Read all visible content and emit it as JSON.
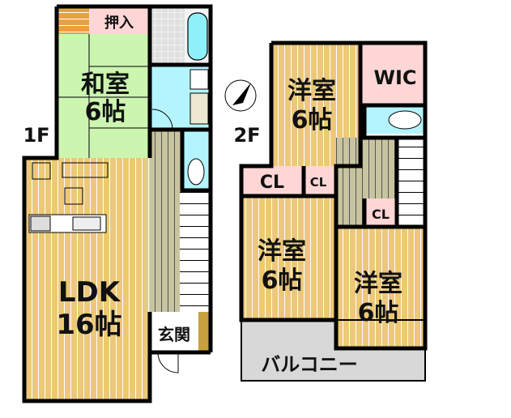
{
  "floor1": {
    "label": "1F",
    "rooms": {
      "washitsu_line1": "和室",
      "washitsu_line2": "6帖",
      "oshiire": "押入",
      "ldk_line1": "LDK",
      "ldk_line2": "16帖",
      "genkan": "玄関"
    }
  },
  "floor2": {
    "label": "2F",
    "rooms": {
      "youshitsu_a_line1": "洋室",
      "youshitsu_a_line2": "6帖",
      "wic": "WIC",
      "cl_a": "CL",
      "cl_b": "CL",
      "cl_c": "CL",
      "youshitsu_b_line1": "洋室",
      "youshitsu_b_line2": "6帖",
      "youshitsu_c_line1": "洋室",
      "youshitsu_c_line2": "6帖",
      "balcony": "バルコニー"
    }
  },
  "compass": {
    "icon": "north-arrow-icon"
  },
  "colors": {
    "tatami": "#ccf5b0",
    "flooring": "#ecc878",
    "closet": "#ffd6d6",
    "water": "#b4f4ff",
    "hall": "#c8c4a0",
    "balcony": "#d8d8d8"
  }
}
